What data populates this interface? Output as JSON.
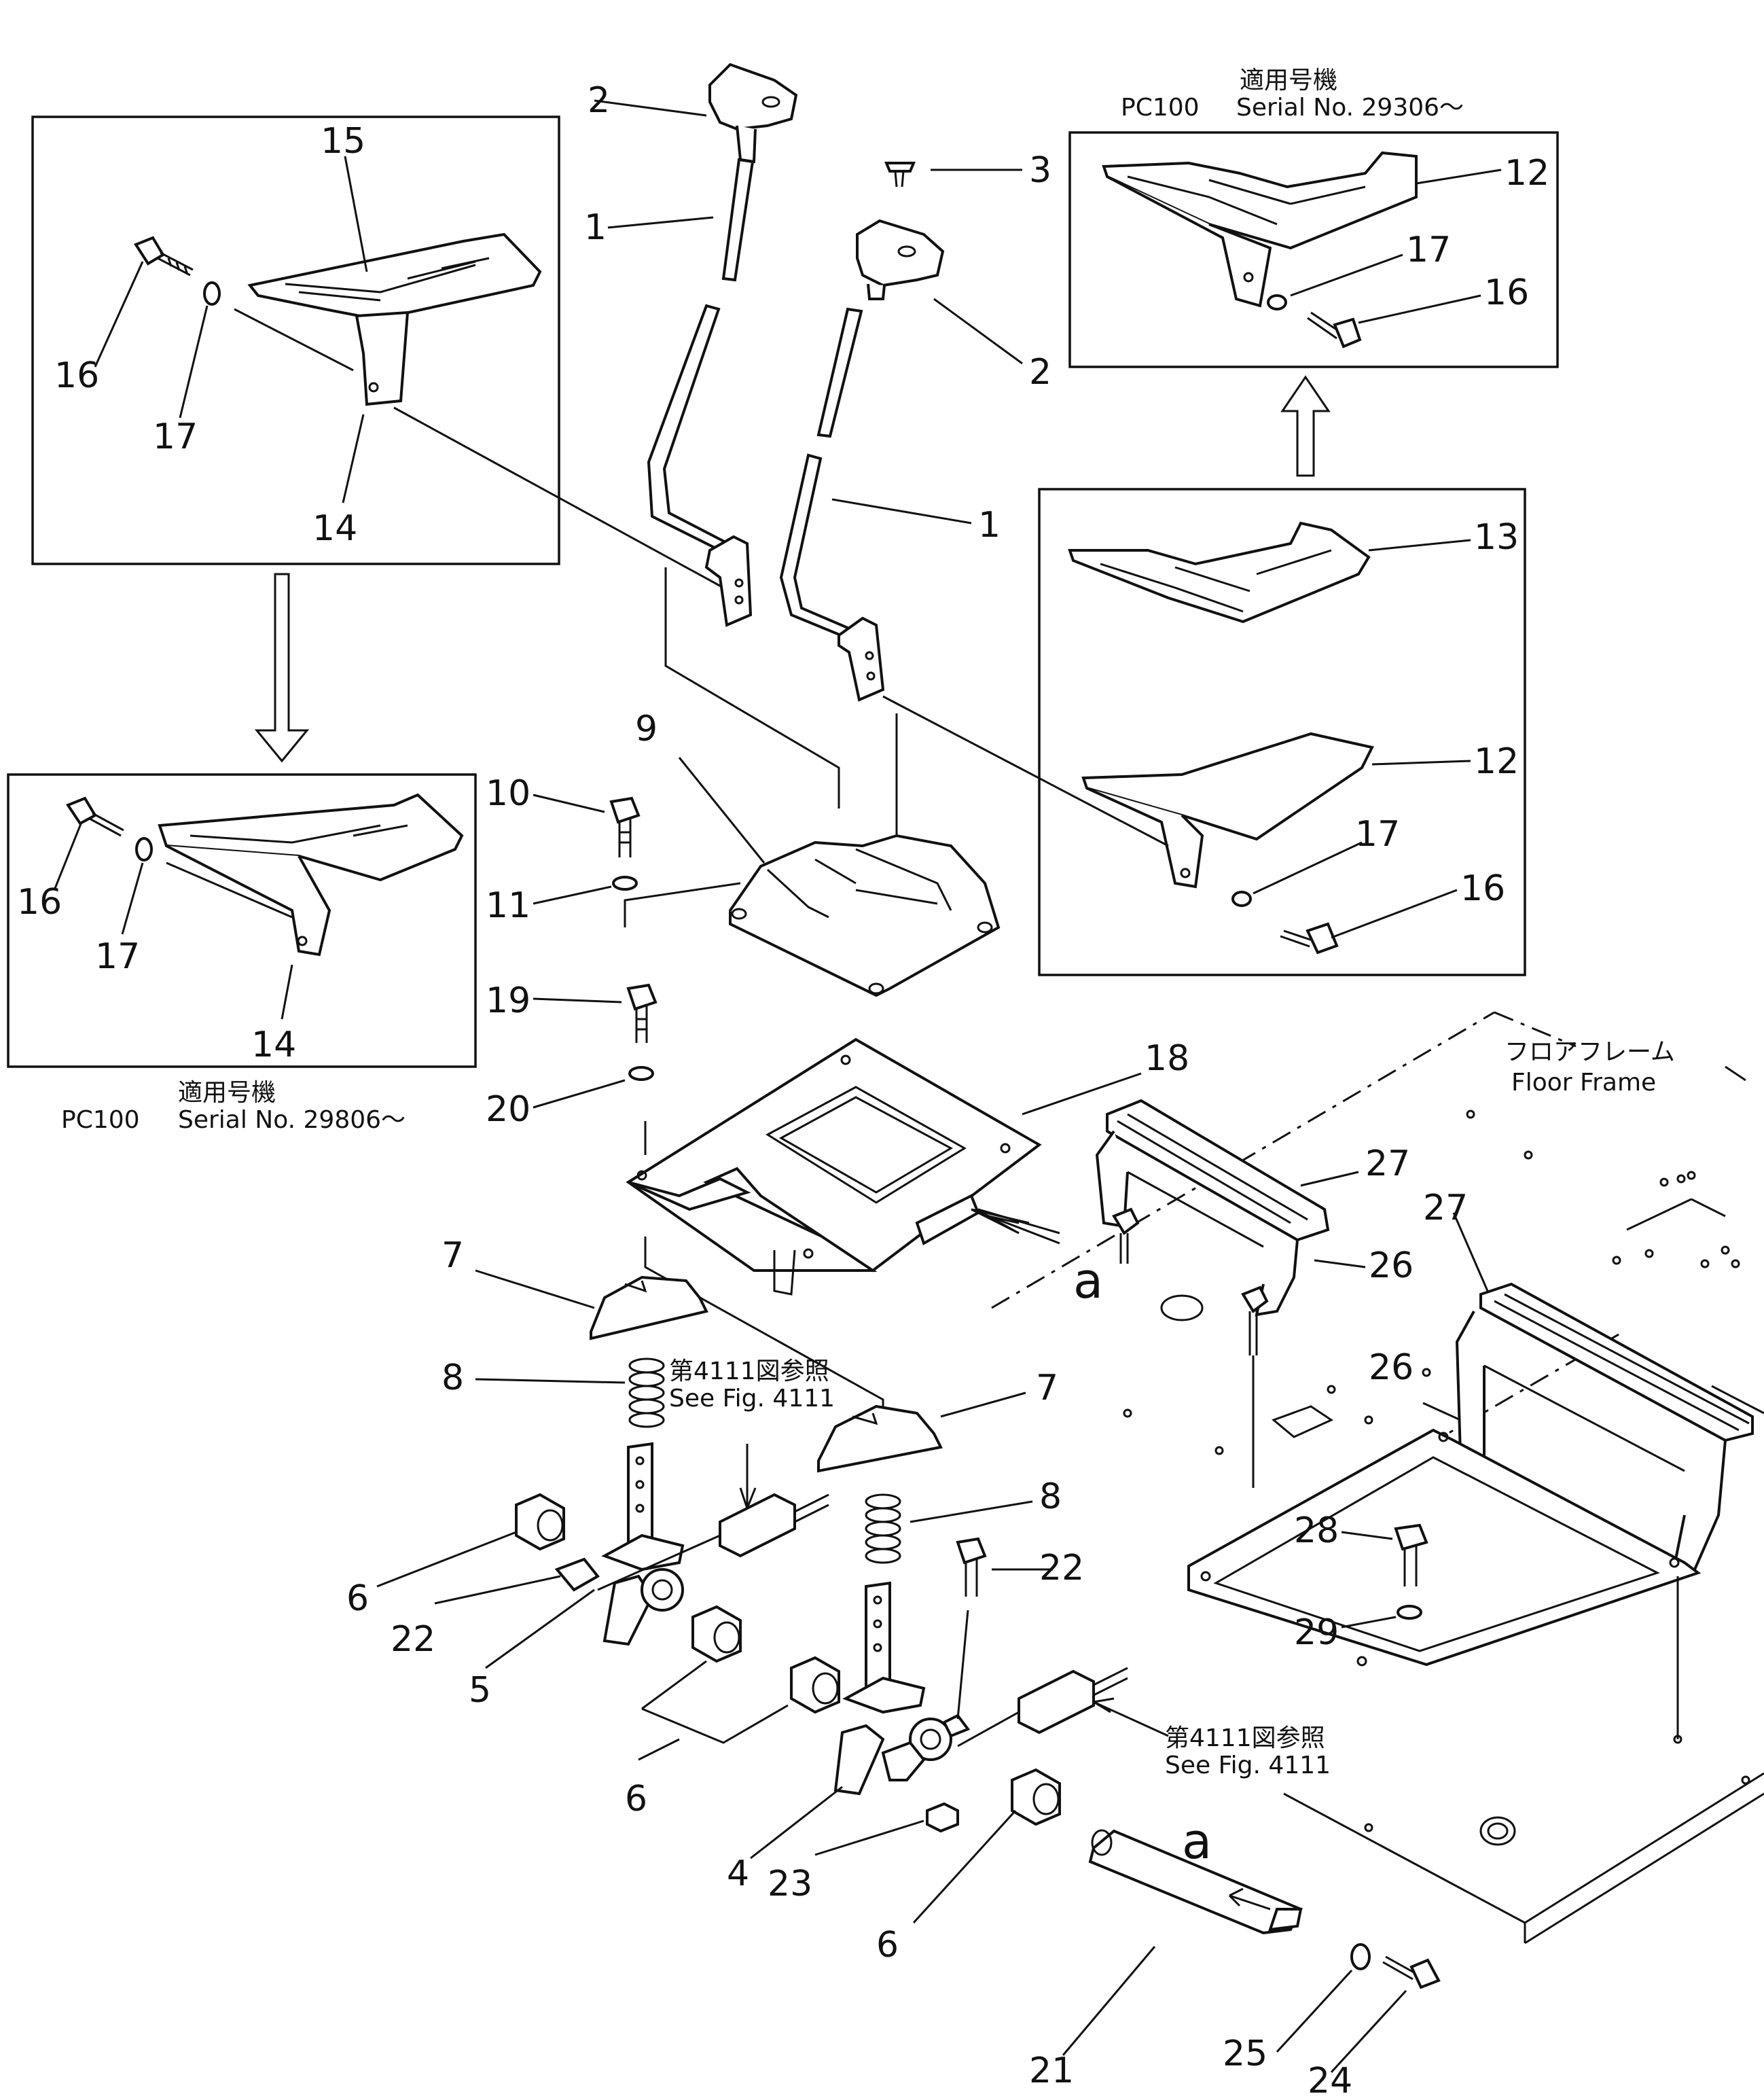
{
  "serial_note": {
    "applicable": "適用号機",
    "model": "PC100",
    "serial": "Serial  No. 29806～",
    "serial_alt": "Serial  No. 29306～"
  },
  "floor_frame": {
    "jp": "フロアフレーム",
    "en": "Floor Frame"
  },
  "fig_ref": {
    "jp": "第4111図参照",
    "en": "See  Fig. 4111"
  },
  "view_mark": "a",
  "labels": {
    "n1": "1",
    "n2": "2",
    "n3": "3",
    "n4": "4",
    "n5": "5",
    "n6": "6",
    "n7": "7",
    "n8": "8",
    "n9": "9",
    "n10": "10",
    "n11": "11",
    "n12": "12",
    "n13": "13",
    "n14": "14",
    "n15": "15",
    "n16": "16",
    "n17": "17",
    "n18": "18",
    "n19": "19",
    "n20": "20",
    "n21": "21",
    "n22": "22",
    "n23": "23",
    "n24": "24",
    "n25": "25",
    "n26": "26",
    "n27": "27",
    "n28": "28",
    "n29": "29"
  }
}
